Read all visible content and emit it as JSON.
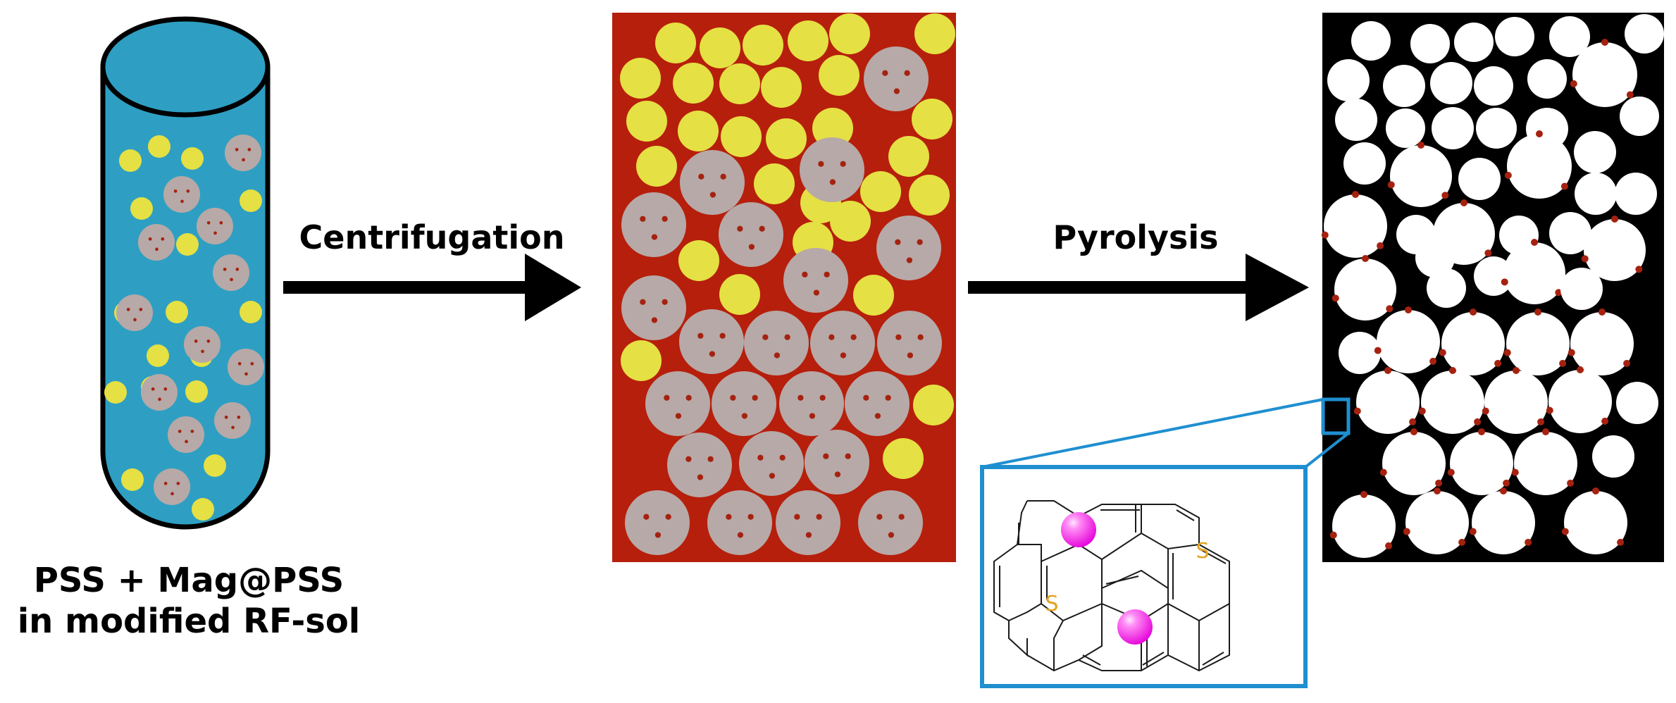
{
  "tube_label": {
    "line1": "PSS + Mag@PSS",
    "line2": "in modified RF-sol"
  },
  "step1_label": "Centrifugation",
  "step2_label": "Pyrolysis",
  "inset_labels": {
    "sulfur_a": "S",
    "sulfur_b": "S"
  },
  "colors": {
    "tube_fill": "#2e9fc3",
    "pss_sphere": "#e5e043",
    "mag_pss_sphere": "#b7a9a7",
    "magnetic_particle": "#a52210",
    "rf_gel_background": "#b61f0c",
    "carbon_background": "#000000",
    "pore": "#ffffff",
    "inset_border": "#1f8fd0",
    "sulfur_text": "#e2a31f",
    "atom_highlight": "#ff3cf0"
  },
  "icons": [
    "test-tube-icon",
    "process-arrow-icon",
    "molecular-structure-icon"
  ]
}
